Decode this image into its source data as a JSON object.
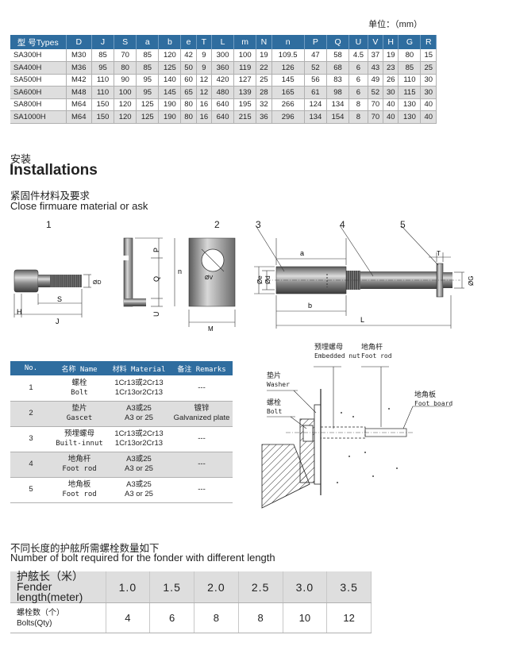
{
  "unit_label": "单位：（mm）",
  "spec_table": {
    "headers": [
      "型 号Types",
      "D",
      "J",
      "S",
      "a",
      "b",
      "e",
      "T",
      "L",
      "m",
      "N",
      "n",
      "P",
      "Q",
      "U",
      "V",
      "H",
      "G",
      "R"
    ],
    "rows": [
      [
        "SA300H",
        "M30",
        "85",
        "70",
        "85",
        "120",
        "42",
        "9",
        "300",
        "100",
        "19",
        "109.5",
        "47",
        "58",
        "4.5",
        "37",
        "19",
        "80",
        "15"
      ],
      [
        "SA400H",
        "M36",
        "95",
        "80",
        "85",
        "125",
        "50",
        "9",
        "360",
        "119",
        "22",
        "126",
        "52",
        "68",
        "6",
        "43",
        "23",
        "85",
        "25"
      ],
      [
        "SA500H",
        "M42",
        "110",
        "90",
        "95",
        "140",
        "60",
        "12",
        "420",
        "127",
        "25",
        "145",
        "56",
        "83",
        "6",
        "49",
        "26",
        "110",
        "30"
      ],
      [
        "SA600H",
        "M48",
        "110",
        "100",
        "95",
        "145",
        "65",
        "12",
        "480",
        "139",
        "28",
        "165",
        "61",
        "98",
        "6",
        "52",
        "30",
        "115",
        "30"
      ],
      [
        "SA800H",
        "M64",
        "150",
        "120",
        "125",
        "190",
        "80",
        "16",
        "640",
        "195",
        "32",
        "266",
        "124",
        "134",
        "8",
        "70",
        "40",
        "130",
        "40"
      ],
      [
        "SA1000H",
        "M64",
        "150",
        "120",
        "125",
        "190",
        "80",
        "16",
        "640",
        "215",
        "36",
        "296",
        "134",
        "154",
        "8",
        "70",
        "40",
        "130",
        "40"
      ]
    ]
  },
  "installations": {
    "heading_cn": "安装",
    "heading_en": "Installations",
    "sub_cn": "紧固件材料及要求",
    "sub_en": "Close firmuare material or ask"
  },
  "figures": {
    "numbers": [
      "1",
      "2",
      "3",
      "4",
      "5"
    ],
    "dims": {
      "fig1": [
        "H",
        "S",
        "J",
        "ØD"
      ],
      "fig2": [
        "P",
        "Q",
        "U",
        "n",
        "ØV",
        "M"
      ],
      "fig3": [
        "a",
        "Øe",
        "Ød",
        "b",
        "L",
        "T",
        "ØG"
      ]
    }
  },
  "parts_table": {
    "headers": [
      "No.",
      "名称 Name",
      "材料 Material",
      "备注 Remarks"
    ],
    "rows": [
      {
        "no": "1",
        "name_cn": "螺栓",
        "name_en": "Bolt",
        "mat1": "1Cr13或2Cr13",
        "mat2": "1Cr13or2Cr13",
        "rem1": "---",
        "rem2": ""
      },
      {
        "no": "2",
        "name_cn": "垫片",
        "name_en": "Gascet",
        "mat1": "A3或25",
        "mat2": "A3 or 25",
        "rem1": "镀锌",
        "rem2": "Galvanized plate"
      },
      {
        "no": "3",
        "name_cn": "预埋螺母",
        "name_en": "Built-innut",
        "mat1": "1Cr13或2Cr13",
        "mat2": "1Cr13or2Cr13",
        "rem1": "---",
        "rem2": ""
      },
      {
        "no": "4",
        "name_cn": "地角杆",
        "name_en": "Foot rod",
        "mat1": "A3或25",
        "mat2": "A3 or 25",
        "rem1": "---",
        "rem2": ""
      },
      {
        "no": "5",
        "name_cn": "地角板",
        "name_en": "Foot rod",
        "mat1": "A3或25",
        "mat2": "A3 or 25",
        "rem1": "---",
        "rem2": ""
      }
    ]
  },
  "assembly_labels": {
    "embedded_nut_cn": "预埋螺母",
    "embedded_nut_en": "Embedded nut",
    "foot_rod_cn": "地角杆",
    "foot_rod_en": "Foot rod",
    "washer_cn": "垫片",
    "washer_en": "Washer",
    "bolt_cn": "螺栓",
    "bolt_en": "Bolt",
    "foot_board_cn": "地角板",
    "foot_board_en": "Foot board"
  },
  "bolt_count": {
    "title_cn": "不同长度的护舷所需螺栓数量如下",
    "title_en": "Number of bolt required for the fonder with different length",
    "length_label_cn": "护舷长（米）",
    "length_label_en": "Fender length(meter)",
    "qty_label_cn": "螺栓数（个）",
    "qty_label_en": "Bolts(Qty)",
    "lengths": [
      "1.0",
      "1.5",
      "2.0",
      "2.5",
      "3.0",
      "3.5"
    ],
    "qty": [
      "4",
      "6",
      "8",
      "8",
      "10",
      "12"
    ]
  }
}
